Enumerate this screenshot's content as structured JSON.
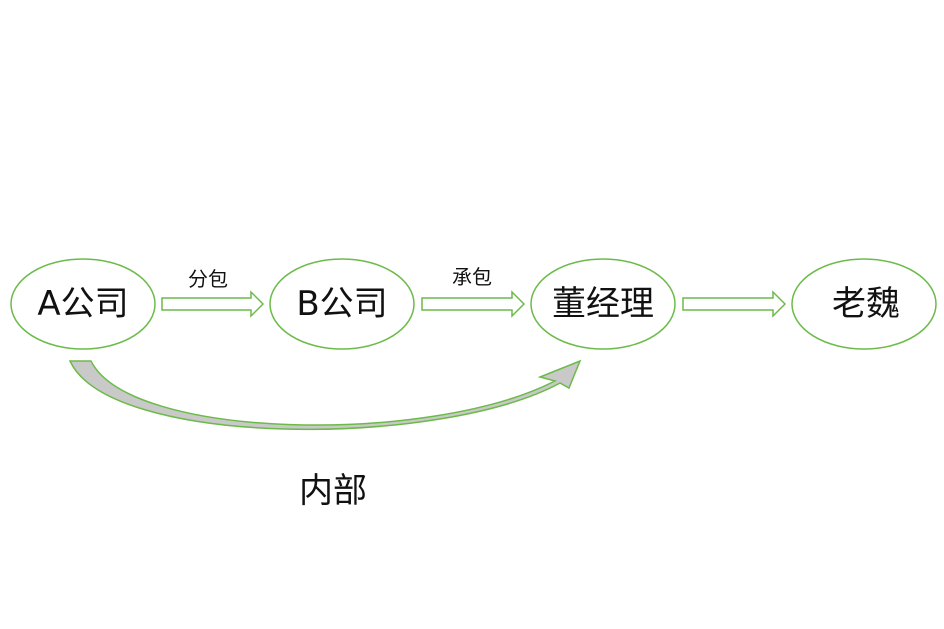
{
  "diagram": {
    "colors": {
      "stroke": "#6cbb4a",
      "node_fill": "#ffffff",
      "arrow_fill": "#ffffff",
      "curve_fill": "#c9c9c9",
      "text": "#111111"
    },
    "nodes": [
      {
        "id": "a",
        "label": "A公司"
      },
      {
        "id": "b",
        "label": "B公司"
      },
      {
        "id": "dong",
        "label": "董经理"
      },
      {
        "id": "wei",
        "label": "老魏"
      }
    ],
    "edges": [
      {
        "from": "a",
        "to": "b",
        "label": "分包"
      },
      {
        "from": "b",
        "to": "dong",
        "label": "承包"
      },
      {
        "from": "dong",
        "to": "wei",
        "label": ""
      }
    ],
    "curved_edge": {
      "from": "a",
      "to": "dong",
      "label": "内部"
    }
  }
}
